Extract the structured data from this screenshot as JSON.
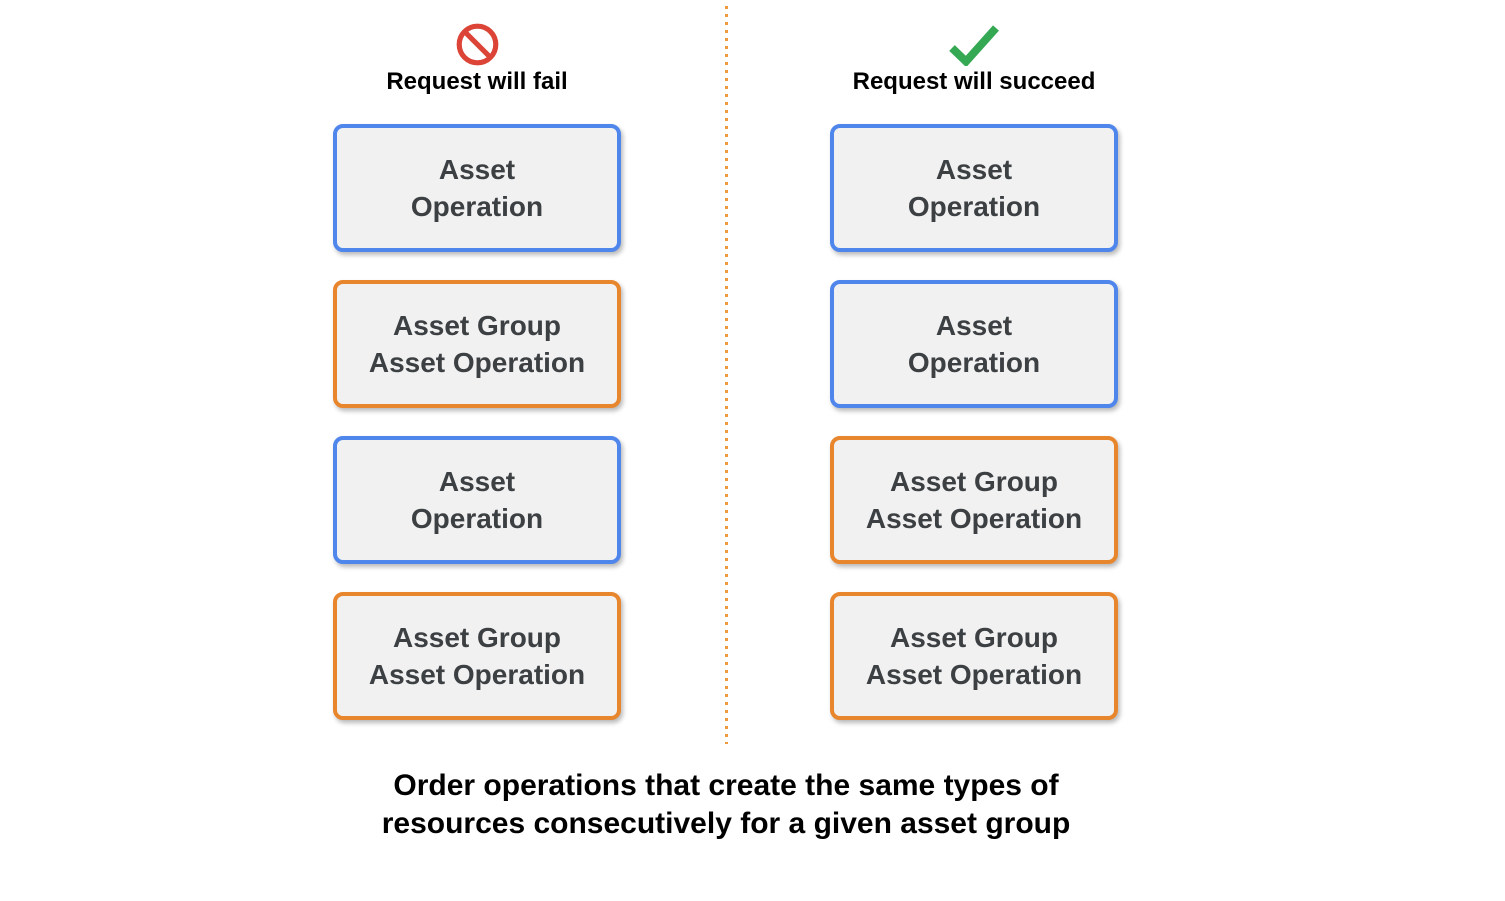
{
  "columns": [
    {
      "title": "Request will fail",
      "icon": "prohibition-icon",
      "boxes": [
        {
          "line1": "Asset",
          "line2": "Operation",
          "border": "blue"
        },
        {
          "line1": "Asset Group",
          "line2": "Asset Operation",
          "border": "orange"
        },
        {
          "line1": "Asset",
          "line2": "Operation",
          "border": "blue"
        },
        {
          "line1": "Asset Group",
          "line2": "Asset Operation",
          "border": "orange"
        }
      ]
    },
    {
      "title": "Request will succeed",
      "icon": "check-icon",
      "boxes": [
        {
          "line1": "Asset",
          "line2": "Operation",
          "border": "blue"
        },
        {
          "line1": "Asset",
          "line2": "Operation",
          "border": "blue"
        },
        {
          "line1": "Asset Group",
          "line2": "Asset Operation",
          "border": "orange"
        },
        {
          "line1": "Asset Group",
          "line2": "Asset Operation",
          "border": "orange"
        }
      ]
    }
  ],
  "caption": {
    "line1": "Order operations that create the same types of",
    "line2": "resources consecutively for a given asset group"
  },
  "colors": {
    "blue_border": "#4e86ec",
    "orange_border": "#e8862d",
    "box_background": "#f1f1f1",
    "box_text": "#3c4043",
    "fail_icon_red": "#db4437",
    "success_icon_green": "#34a853",
    "divider_orange": "#ed9a3f",
    "heading_text": "#000000"
  }
}
